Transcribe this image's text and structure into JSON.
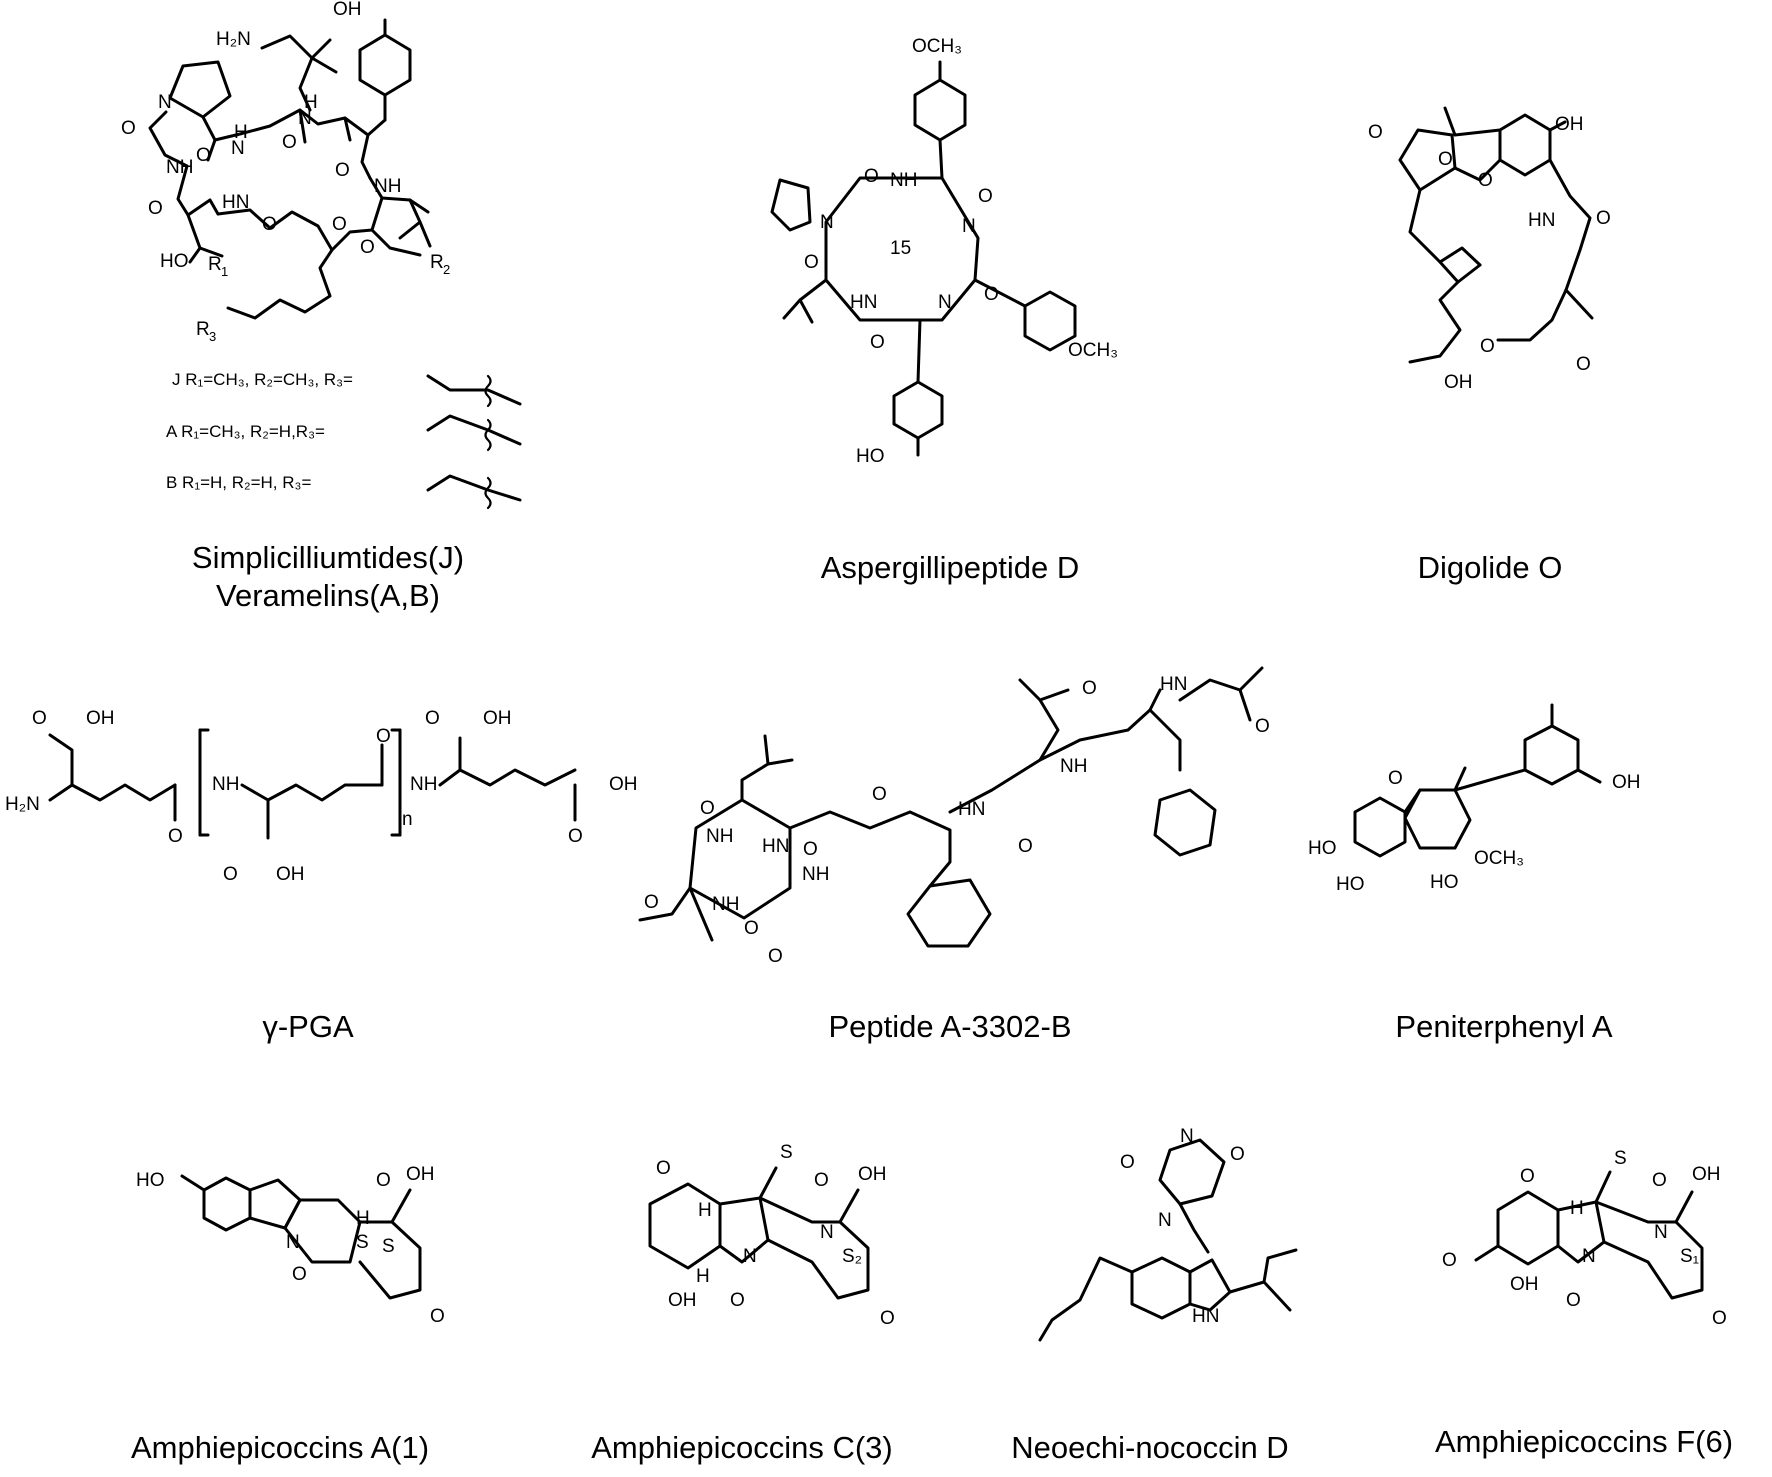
{
  "compounds": [
    {
      "id": "simplicilliumtides",
      "name_line1": "Simplicilliumtides(J)",
      "name_line2": "Veramelins(A,B)"
    },
    {
      "id": "aspergillipeptide",
      "name": "Aspergillipeptide D",
      "ring_size": "15"
    },
    {
      "id": "digolide",
      "name": "Digolide O"
    },
    {
      "id": "gamma-pga",
      "name": "γ-PGA"
    },
    {
      "id": "peptide-a3302b",
      "name": "Peptide A-3302-B"
    },
    {
      "id": "peniterphenyl",
      "name": "Peniterphenyl A"
    },
    {
      "id": "amphiepicoccin-a",
      "name": "Amphiepicoccins A(1)"
    },
    {
      "id": "amphiepicoccin-c",
      "name": "Amphiepicoccins C(3)"
    },
    {
      "id": "neoechinococcin",
      "name": "Neoechi-nococcin D"
    },
    {
      "id": "amphiepicoccin-f",
      "name": "Amphiepicoccins F(6)"
    }
  ],
  "substituents": {
    "J": "J R₁=CH₃, R₂=CH₃, R₃=",
    "A": "A R₁=CH₃, R₂=H,R₃=",
    "B": "B R₁=H, R₂=H, R₃="
  }
}
